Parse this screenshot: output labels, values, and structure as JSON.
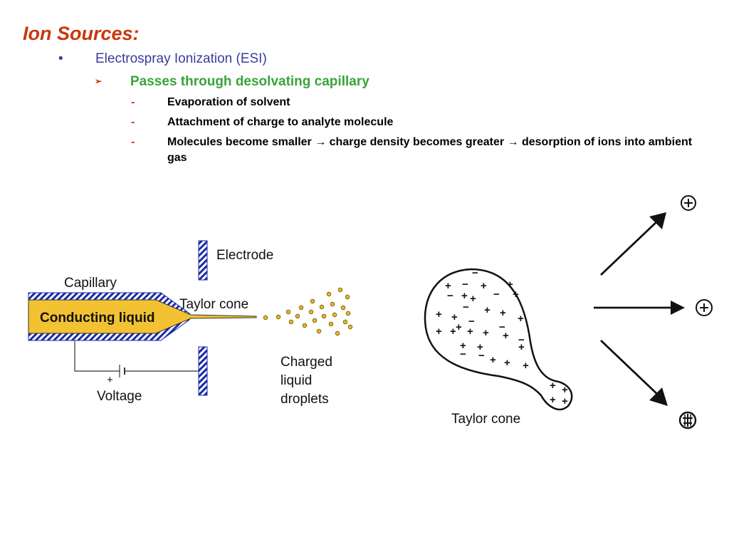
{
  "slide": {
    "title": "Ion Sources:",
    "level1": {
      "bullet": "•",
      "text": "Electrospray Ionization (ESI)"
    },
    "level2": {
      "bullet": "➢",
      "text": "Passes through desolvating capillary"
    },
    "level3": [
      {
        "bullet": "-",
        "text": "Evaporation of solvent"
      },
      {
        "bullet": "-",
        "text": "Attachment of charge to analyte molecule"
      },
      {
        "bullet": "-",
        "text": "Molecules become smaller → charge density becomes greater → desorption of ions into ambient gas"
      }
    ]
  },
  "left_diagram": {
    "labels": {
      "electrode": "Electrode",
      "capillary": "Capillary",
      "conducting_liquid": "Conducting liquid",
      "taylor_cone": "Taylor cone",
      "charged_droplets": [
        "Charged",
        "liquid",
        "droplets"
      ],
      "voltage": "Voltage",
      "plus": "+"
    },
    "colors": {
      "liquid": "#f2c232",
      "hatch": "#1a2aa8",
      "droplet": "#e8b820"
    }
  },
  "right_diagram": {
    "labels": {
      "taylor_cone": "Taylor cone"
    }
  }
}
